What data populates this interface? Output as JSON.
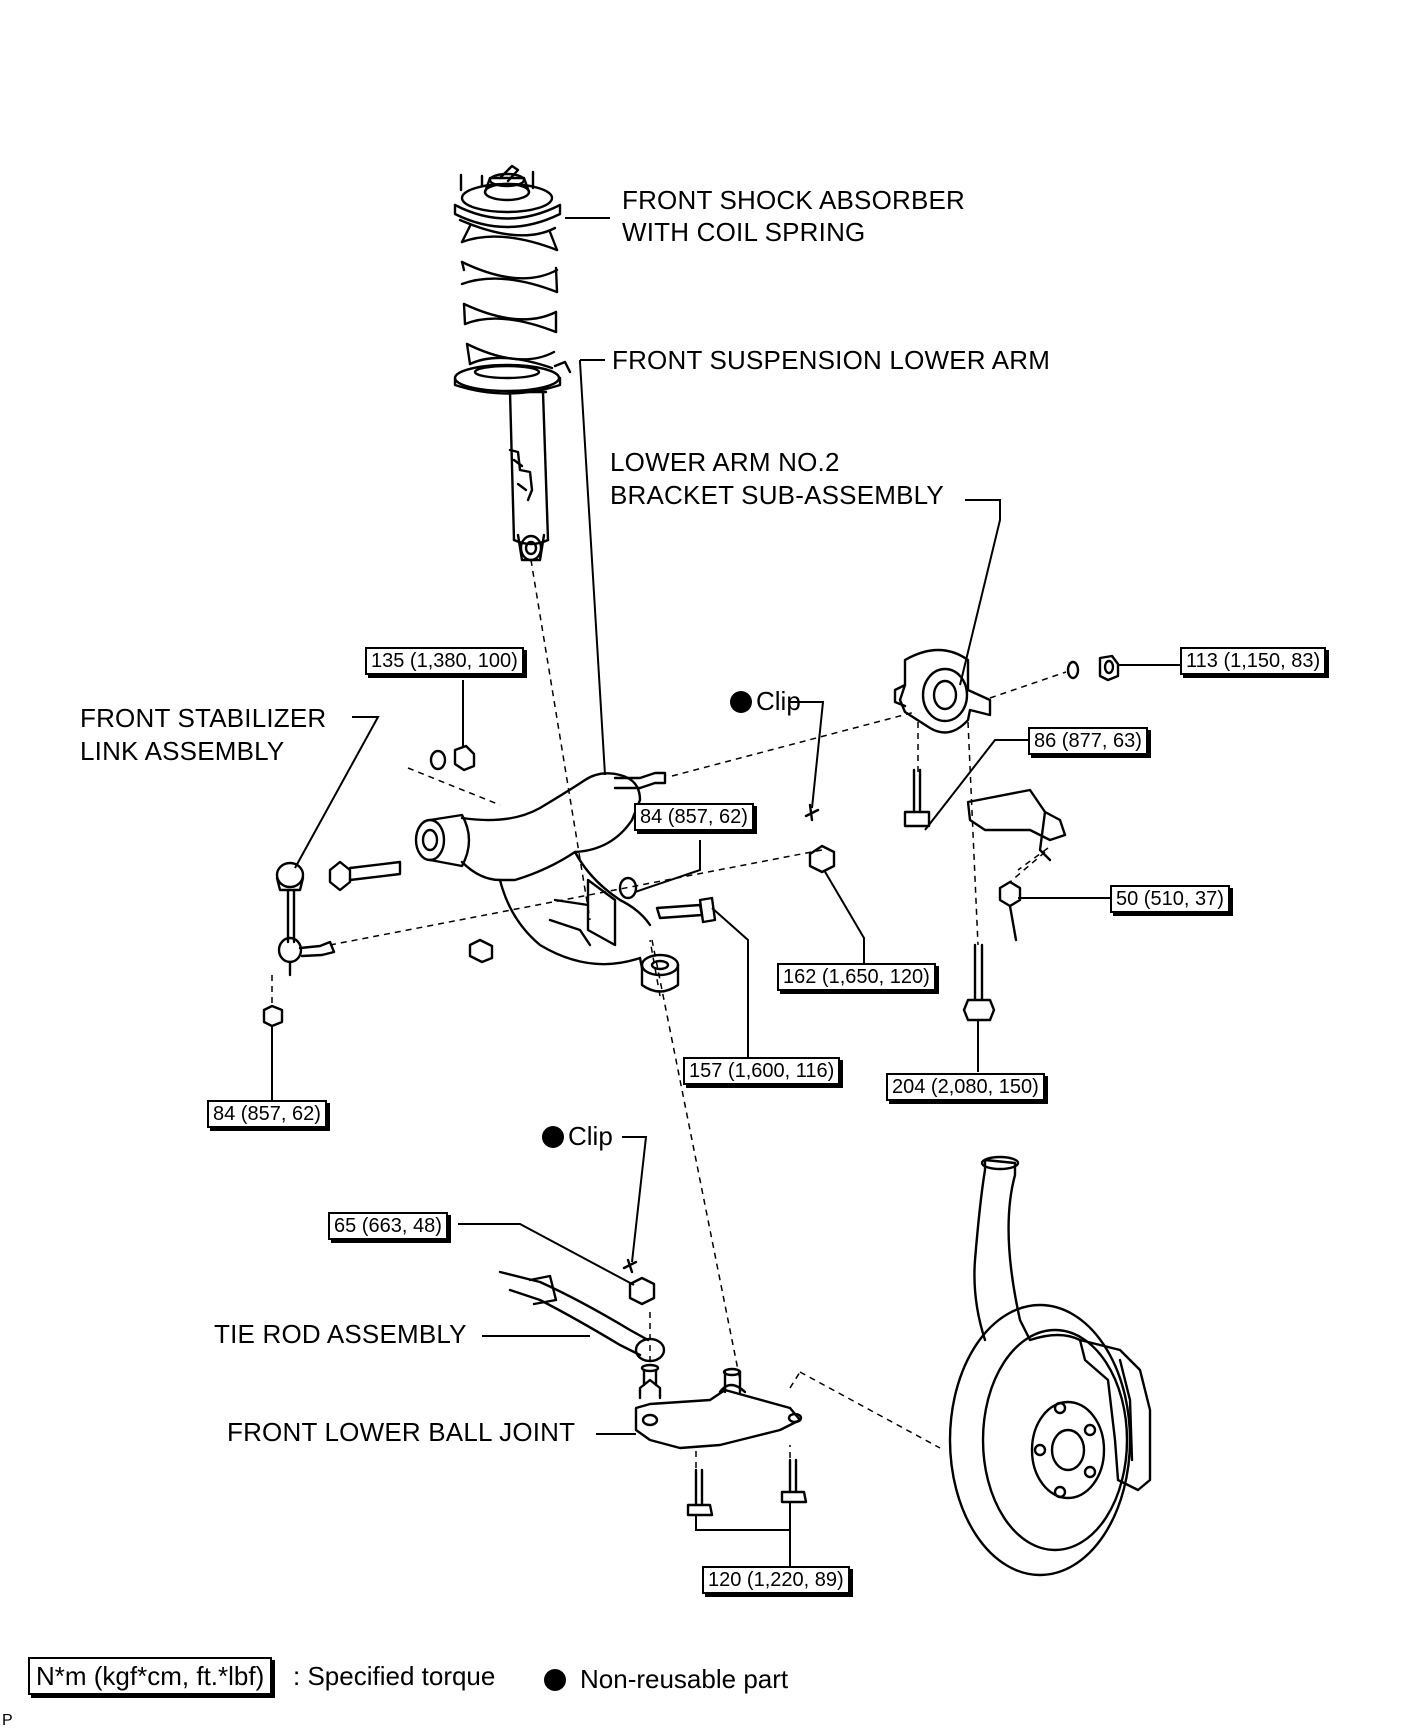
{
  "labels": {
    "shock_absorber_line1": "FRONT SHOCK ABSORBER",
    "shock_absorber_line2": "WITH COIL SPRING",
    "lower_arm": "FRONT SUSPENSION LOWER ARM",
    "bracket_line1": "LOWER ARM NO.2",
    "bracket_line2": "BRACKET SUB-ASSEMBLY",
    "stabilizer_line1": "FRONT STABILIZER",
    "stabilizer_line2": "LINK ASSEMBLY",
    "tie_rod": "TIE ROD ASSEMBLY",
    "ball_joint": "FRONT LOWER BALL JOINT"
  },
  "clips": {
    "upper": "Clip",
    "lower": "Clip"
  },
  "torques": {
    "t135": "135 (1,380, 100)",
    "t113": "113 (1,150, 83)",
    "t86": "86 (877, 63)",
    "t84_arm": "84 (857, 62)",
    "t50": "50 (510, 37)",
    "t162": "162 (1,650, 120)",
    "t157": "157 (1,600, 116)",
    "t204": "204 (2,080, 150)",
    "t84_link": "84 (857, 62)",
    "t65": "65 (663, 48)",
    "t120": "120 (1,220, 89)"
  },
  "legend": {
    "torque_unit": "N*m (kgf*cm, ft.*lbf)",
    "torque_desc": ": Specified torque",
    "nonreusable": "Non-reusable part"
  },
  "corner_mark": "P"
}
